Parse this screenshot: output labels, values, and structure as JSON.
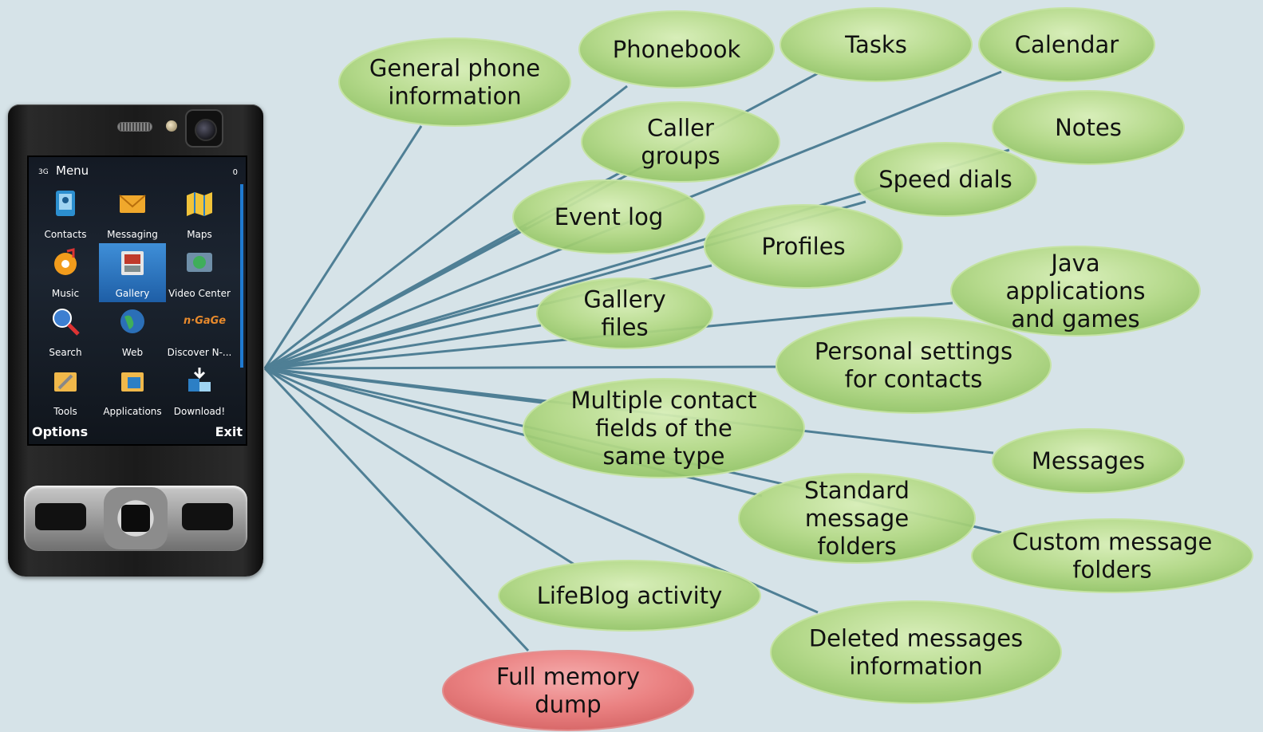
{
  "phone": {
    "status": "3G",
    "menu_title": "Menu",
    "signal_indicator": "0",
    "apps": [
      {
        "label": "Contacts",
        "icon": "contacts-icon",
        "selected": false
      },
      {
        "label": "Messaging",
        "icon": "messaging-icon",
        "selected": false
      },
      {
        "label": "Maps",
        "icon": "maps-icon",
        "selected": false
      },
      {
        "label": "Music",
        "icon": "music-icon",
        "selected": false
      },
      {
        "label": "Gallery",
        "icon": "gallery-icon",
        "selected": true
      },
      {
        "label": "Video Center",
        "icon": "video-center-icon",
        "selected": false
      },
      {
        "label": "Search",
        "icon": "search-icon",
        "selected": false
      },
      {
        "label": "Web",
        "icon": "globe-icon",
        "selected": false
      },
      {
        "label": "Discover N-...",
        "icon": "ngage-logo-icon",
        "logo_text": "n·GaGe",
        "selected": false
      },
      {
        "label": "Tools",
        "icon": "tools-icon",
        "selected": false
      },
      {
        "label": "Applications",
        "icon": "applications-folder-icon",
        "selected": false
      },
      {
        "label": "Download!",
        "icon": "download-icon",
        "selected": false
      }
    ],
    "softkeys": {
      "left": "Options",
      "right": "Exit"
    }
  },
  "colors": {
    "node_fill": "#b8dc8a",
    "node_fill_highlight": "#f07c7c",
    "connector": "#4f7f95",
    "background": "#d6e3e8"
  },
  "nodes": [
    {
      "id": "general",
      "lines": [
        "General phone",
        "information"
      ],
      "highlight": false
    },
    {
      "id": "phonebook",
      "lines": [
        "Phonebook"
      ],
      "highlight": false
    },
    {
      "id": "tasks",
      "lines": [
        "Tasks"
      ],
      "highlight": false
    },
    {
      "id": "calendar",
      "lines": [
        "Calendar"
      ],
      "highlight": false
    },
    {
      "id": "callergroups",
      "lines": [
        "Caller",
        "groups"
      ],
      "highlight": false
    },
    {
      "id": "notes",
      "lines": [
        "Notes"
      ],
      "highlight": false
    },
    {
      "id": "speeddials",
      "lines": [
        "Speed dials"
      ],
      "highlight": false
    },
    {
      "id": "eventlog",
      "lines": [
        "Event log"
      ],
      "highlight": false
    },
    {
      "id": "profiles",
      "lines": [
        "Profiles"
      ],
      "highlight": false
    },
    {
      "id": "java",
      "lines": [
        "Java",
        "applications",
        "and games"
      ],
      "highlight": false
    },
    {
      "id": "galleryfiles",
      "lines": [
        "Gallery",
        "files"
      ],
      "highlight": false
    },
    {
      "id": "personal",
      "lines": [
        "Personal settings",
        "for contacts"
      ],
      "highlight": false
    },
    {
      "id": "multiple",
      "lines": [
        "Multiple contact",
        "fields of the",
        "same type"
      ],
      "highlight": false
    },
    {
      "id": "messages",
      "lines": [
        "Messages"
      ],
      "highlight": false
    },
    {
      "id": "stdfolders",
      "lines": [
        "Standard",
        "message",
        "folders"
      ],
      "highlight": false
    },
    {
      "id": "customfolders",
      "lines": [
        "Custom message",
        "folders"
      ],
      "highlight": false
    },
    {
      "id": "lifeblog",
      "lines": [
        "LifeBlog activity"
      ],
      "highlight": false
    },
    {
      "id": "deleted",
      "lines": [
        "Deleted messages",
        "information"
      ],
      "highlight": false
    },
    {
      "id": "fullmemory",
      "lines": [
        "Full memory",
        "dump"
      ],
      "highlight": true
    }
  ]
}
